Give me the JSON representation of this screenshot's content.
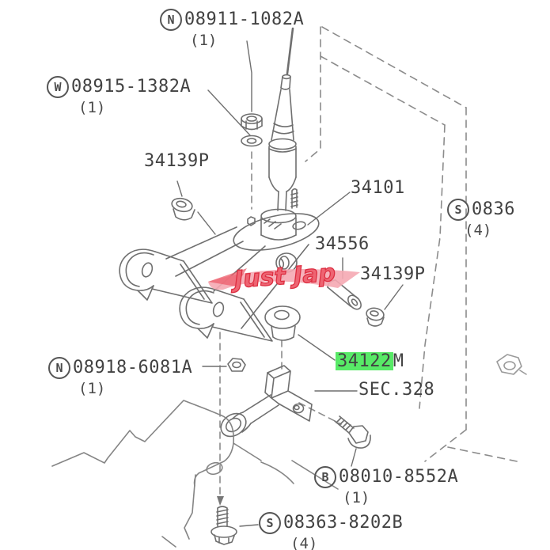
{
  "diagram": {
    "watermark_text": "Just Jap",
    "watermark_color": "#dd2e41",
    "highlight_color": "#58ea67",
    "line_color": "#6f6f6f"
  },
  "labels": {
    "n08911": {
      "letter": "N",
      "number": "08911-1082A",
      "qty": "(1)"
    },
    "w08915": {
      "letter": "W",
      "number": "08915-1382A",
      "qty": "(1)"
    },
    "p34139_upper": {
      "number": "34139P"
    },
    "p34101": {
      "number": "34101"
    },
    "p34556": {
      "number": "34556"
    },
    "p34139_lower": {
      "number": "34139P"
    },
    "s0836": {
      "letter": "S",
      "number": "0836",
      "qty": "(4)"
    },
    "m34122": {
      "number": "34122",
      "suffix": "M"
    },
    "sec328": {
      "number": "SEC.328"
    },
    "n08918": {
      "letter": "N",
      "number": "08918-6081A",
      "qty": "(1)"
    },
    "b08010": {
      "letter": "B",
      "number": "08010-8552A",
      "qty": "(1)"
    },
    "s08363": {
      "letter": "S",
      "number": "08363-8202B",
      "qty": "(4)"
    }
  }
}
